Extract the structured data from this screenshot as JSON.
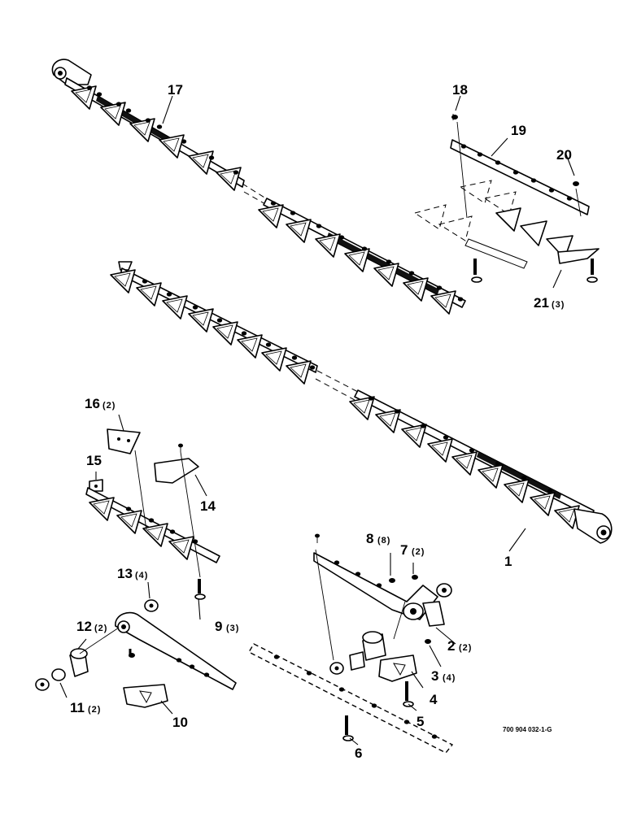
{
  "drawing_code": "700 904 032-1-G",
  "callouts": [
    {
      "id": "1",
      "qty": ""
    },
    {
      "id": "2",
      "qty": "(2)"
    },
    {
      "id": "3",
      "qty": "(4)"
    },
    {
      "id": "4",
      "qty": ""
    },
    {
      "id": "5",
      "qty": ""
    },
    {
      "id": "6",
      "qty": ""
    },
    {
      "id": "7",
      "qty": "(2)"
    },
    {
      "id": "8",
      "qty": "(8)"
    },
    {
      "id": "9",
      "qty": "(3)"
    },
    {
      "id": "10",
      "qty": ""
    },
    {
      "id": "11",
      "qty": "(2)"
    },
    {
      "id": "12",
      "qty": "(2)"
    },
    {
      "id": "13",
      "qty": "(4)"
    },
    {
      "id": "14",
      "qty": ""
    },
    {
      "id": "15",
      "qty": ""
    },
    {
      "id": "16",
      "qty": "(2)"
    },
    {
      "id": "17",
      "qty": ""
    },
    {
      "id": "18",
      "qty": ""
    },
    {
      "id": "19",
      "qty": ""
    },
    {
      "id": "20",
      "qty": ""
    },
    {
      "id": "21",
      "qty": "(3)"
    }
  ]
}
